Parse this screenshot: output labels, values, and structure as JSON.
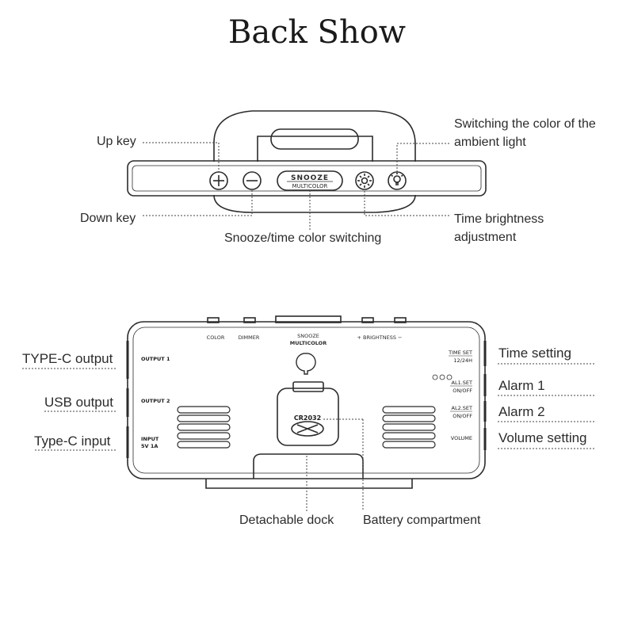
{
  "title": "Back Show",
  "top_view": {
    "callouts": {
      "up_key": "Up key",
      "down_key": "Down key",
      "ambient": "Switching the color of the ambient light",
      "time_brightness": "Time brightness adjustment",
      "snooze": "Snooze/time color switching"
    },
    "snooze_button": {
      "line1": "SNOOZE",
      "line2": "MULTICOLOR"
    }
  },
  "back_view": {
    "callouts": {
      "typec_output": "TYPE-C output",
      "usb_output": "USB output",
      "typec_input": "Type-C input",
      "time_setting": "Time setting",
      "alarm1": "Alarm 1",
      "alarm2": "Alarm 2",
      "volume_setting": "Volume setting",
      "dock": "Detachable dock",
      "battery": "Battery compartment"
    },
    "panel": {
      "color": "COLOR",
      "dimmer": "DIMMER",
      "snooze": "SNOOZE",
      "multicolor": "MULTICOLOR",
      "brightness": "+ BRIGHTNESS −",
      "output1": "OUTPUT 1",
      "output2": "OUTPUT 2",
      "input1": "INPUT",
      "input2": "5V 1A",
      "time_set1": "TIME SET",
      "time_set2": "12/24H",
      "al1_1": "AL1.SET",
      "al1_2": "ON/OFF",
      "al2_1": "AL2.SET",
      "al2_2": "ON/OFF",
      "volume": "VOLUME",
      "battery_label": "CR2032"
    }
  }
}
